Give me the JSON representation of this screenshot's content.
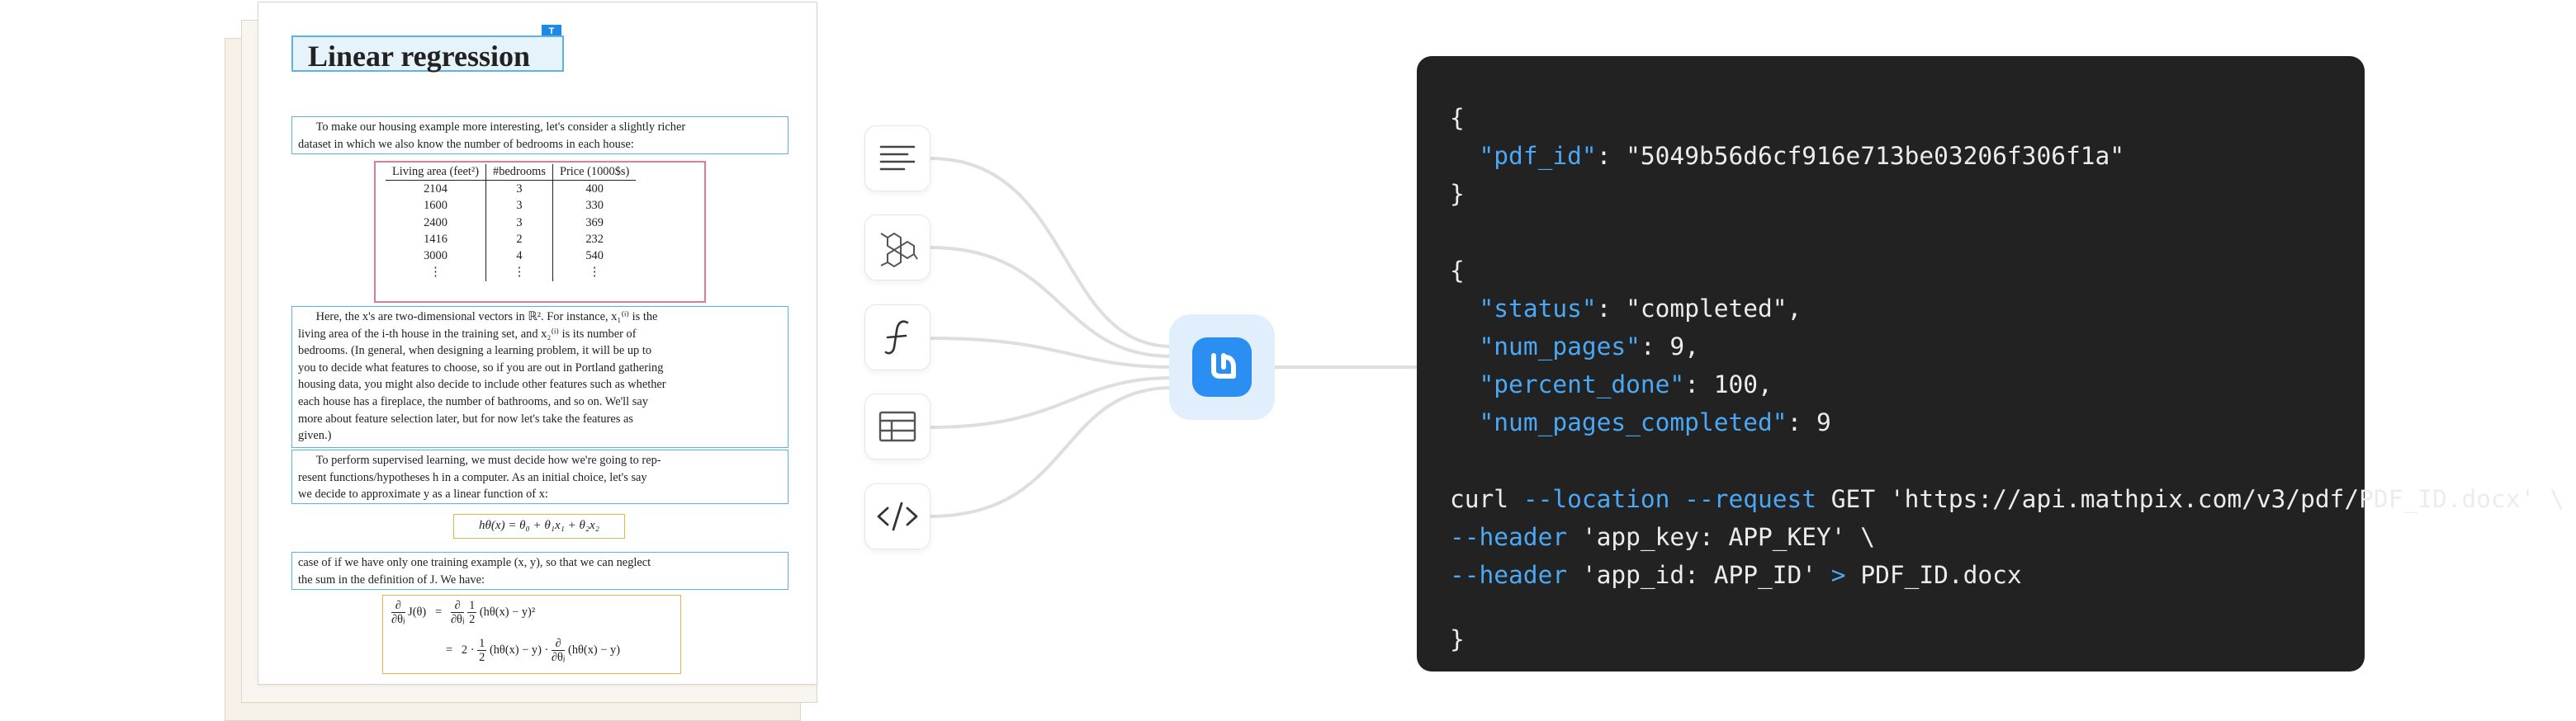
{
  "document": {
    "tag": "T",
    "title": "Linear regression",
    "intro": [
      "To make our housing example more interesting, let's consider a slightly richer",
      "dataset in which we also know the number of bedrooms in each house:"
    ],
    "table": {
      "headers": [
        "Living area (feet²)",
        "#bedrooms",
        "Price (1000$s)"
      ],
      "rows": [
        [
          "2104",
          "3",
          "400"
        ],
        [
          "1600",
          "3",
          "330"
        ],
        [
          "2400",
          "3",
          "369"
        ],
        [
          "1416",
          "2",
          "232"
        ],
        [
          "3000",
          "4",
          "540"
        ],
        [
          "⋮",
          "⋮",
          "⋮"
        ]
      ]
    },
    "para2": [
      "Here, the x's are two-dimensional vectors in ℝ². For instance, x₁⁽ⁱ⁾ is the",
      "living area of the i-th house in the training set, and x₂⁽ⁱ⁾ is its number of",
      "bedrooms. (In general, when designing a learning problem, it will be up to",
      "you to decide what features to choose, so if you are out in Portland gathering",
      "housing data, you might also decide to include other features such as whether",
      "each house has a fireplace, the number of bathrooms, and so on. We'll say",
      "more about feature selection later, but for now let's take the features as",
      "given.)"
    ],
    "para3": [
      "To perform supervised learning, we must decide how we're going to rep-",
      "resent functions/hypotheses h in a computer. As an initial choice, let's say",
      "we decide to approximate y as a linear function of x:"
    ],
    "equation1": "hθ(x) = θ₀ + θ₁x₁ + θ₂x₂",
    "para4": [
      "case of if we have only one training example (x, y), so that we can neglect",
      "the sum in the definition of J. We have:"
    ],
    "equation2": {
      "lhs_num": "∂",
      "lhs_den": "∂θⱼ",
      "lhs_tail": "J(θ)",
      "eq": "=",
      "line1_half_num": "1",
      "line1_half_den": "2",
      "line1_tail": "(hθ(x) − y)²",
      "line2_prefix": "2 ·",
      "line2_mid": "(hθ(x) − y) ·",
      "line2_tail": "(hθ(x) − y)"
    }
  },
  "icons": [
    {
      "name": "text-lines-icon"
    },
    {
      "name": "chemistry-structure-icon"
    },
    {
      "name": "math-function-icon"
    },
    {
      "name": "table-icon"
    },
    {
      "name": "code-brackets-icon"
    }
  ],
  "hub": {
    "name": "mathpix-logo-icon"
  },
  "code": {
    "block1": {
      "open": "{",
      "key": "\"pdf_id\"",
      "value": ": \"5049b56d6cf916e713be03206f306f1a\"",
      "close": "}"
    },
    "block2": {
      "open": "{",
      "lines": [
        {
          "key": "\"status\"",
          "value": ": \"completed\","
        },
        {
          "key": "\"num_pages\"",
          "value": ": 9,"
        },
        {
          "key": "\"percent_done\"",
          "value": ": 100,"
        },
        {
          "key": "\"num_pages_completed\"",
          "value": ": 9"
        }
      ],
      "close": "}"
    },
    "curl": {
      "cmd": "curl ",
      "flags": "--location --request",
      "rest": " GET 'https://api.mathpix.com/v3/pdf/PDF_ID.docx' \\",
      "h1_flag": "--header",
      "h1_rest": " 'app_key: APP_KEY' \\",
      "h2_flag": "--header",
      "h2_rest": " 'app_id: APP_ID' ",
      "redirect": ">",
      "out": " PDF_ID.docx"
    }
  },
  "colors": {
    "panel_bg": "#222222",
    "code_key": "#4aa8f5",
    "code_text": "#ececec",
    "brand": "#2b8ef2"
  }
}
